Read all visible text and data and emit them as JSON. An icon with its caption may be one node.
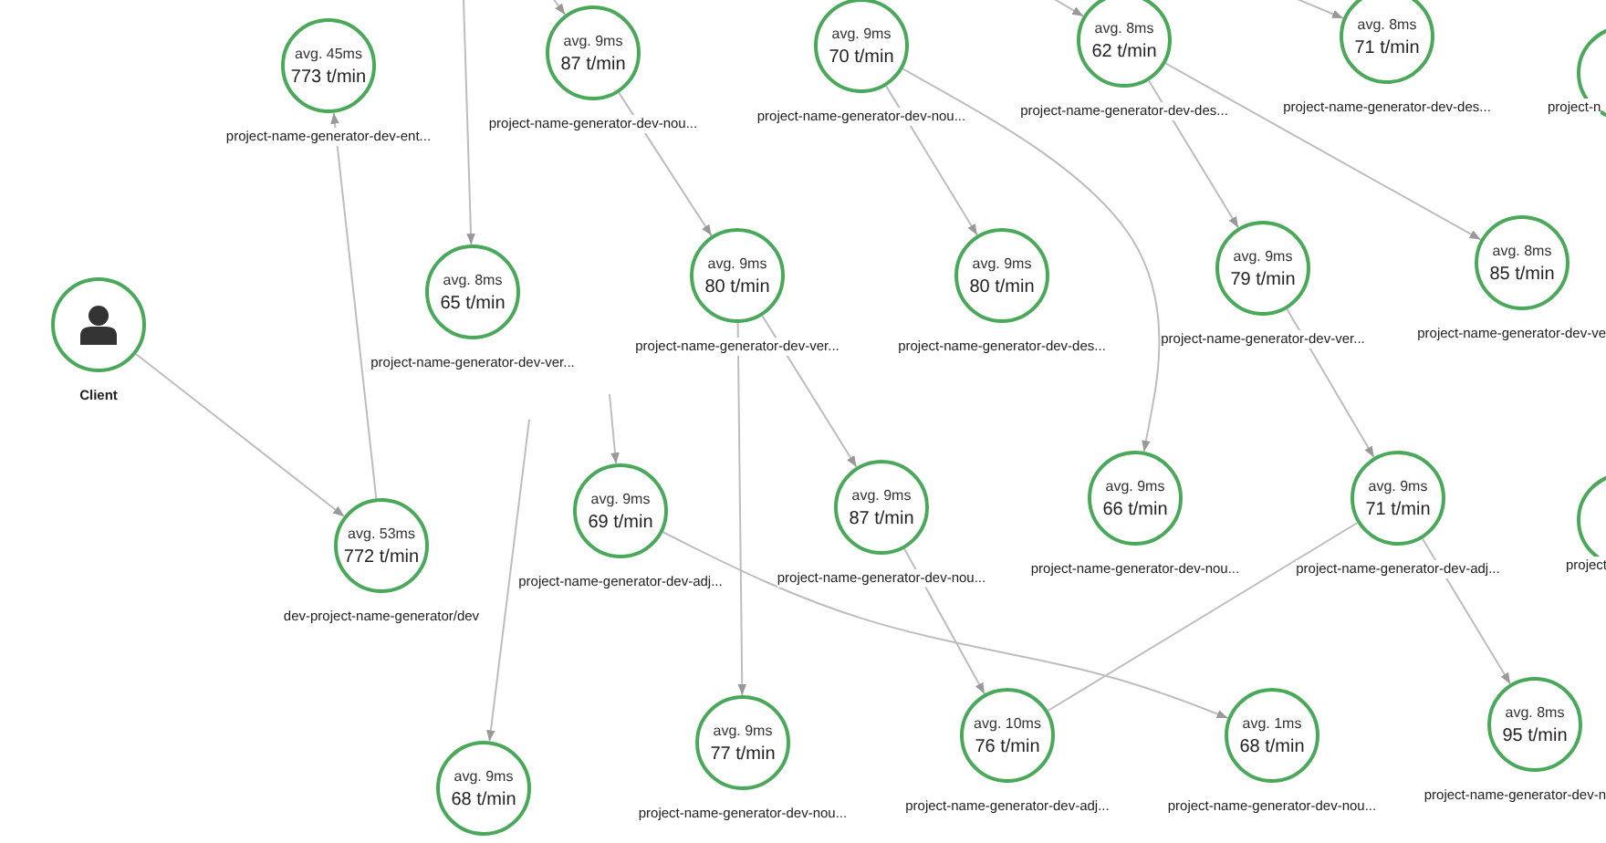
{
  "diagram": {
    "nodes": [
      {
        "text": [
          "Client"
        ]
      },
      {
        "text": [
          "avg. 45ms",
          "773 t/min",
          "project-name-generator-dev-ent..."
        ]
      },
      {
        "text": [
          "avg. 9ms",
          "87 t/min",
          "project-name-generator-dev-nou..."
        ]
      },
      {
        "text": [
          "avg. 9ms",
          "70 t/min",
          "project-name-generator-dev-nou..."
        ]
      },
      {
        "text": [
          "avg. 8ms",
          "62 t/min",
          "project-name-generator-dev-des..."
        ]
      },
      {
        "text": [
          "avg. 8ms",
          "71 t/min",
          "project-name-generator-dev-des..."
        ]
      },
      {
        "text": [
          "project-n"
        ]
      },
      {
        "text": [
          "avg. 8ms",
          "65 t/min",
          "project-name-generator-dev-ver..."
        ]
      },
      {
        "text": [
          "avg. 9ms",
          "80 t/min",
          "project-name-generator-dev-ver..."
        ]
      },
      {
        "text": [
          "avg. 9ms",
          "80 t/min",
          "project-name-generator-dev-des..."
        ]
      },
      {
        "text": [
          "avg. 9ms",
          "79 t/min",
          "project-name-generator-dev-ver..."
        ]
      },
      {
        "text": [
          "avg. 8ms",
          "85 t/min",
          "project-name-generator-dev-ve"
        ]
      },
      {
        "text": [
          "avg. 53ms",
          "772 t/min",
          "dev-project-name-generator/dev"
        ]
      },
      {
        "text": [
          "avg. 9ms",
          "69 t/min",
          "project-name-generator-dev-adj..."
        ]
      },
      {
        "text": [
          "avg. 9ms",
          "87 t/min",
          "project-name-generator-dev-nou..."
        ]
      },
      {
        "text": [
          "avg. 9ms",
          "66 t/min",
          "project-name-generator-dev-nou..."
        ]
      },
      {
        "text": [
          "avg. 9ms",
          "71 t/min",
          "project-name-generator-dev-adj..."
        ]
      },
      {
        "text": [
          "project"
        ]
      },
      {
        "text": [
          "avg. 9ms",
          "68 t/min"
        ]
      },
      {
        "text": [
          "avg. 9ms",
          "77 t/min",
          "project-name-generator-dev-nou..."
        ]
      },
      {
        "text": [
          "avg. 10ms",
          "76 t/min",
          "project-name-generator-dev-adj..."
        ]
      },
      {
        "text": [
          "avg. 1ms",
          "68 t/min",
          "project-name-generator-dev-nou..."
        ]
      },
      {
        "text": [
          "avg. 8ms",
          "95 t/min",
          "project-name-generator-dev-n"
        ]
      }
    ],
    "edges": [
      {
        "from": 0,
        "to": 12,
        "arrow": "to"
      },
      {
        "from": 12,
        "to": 1,
        "arrow": "to"
      },
      {
        "from": null,
        "to": 7,
        "arrow": "to"
      },
      {
        "from": null,
        "to": 2,
        "arrow": "to"
      },
      {
        "from": 2,
        "to": 8,
        "arrow": "to"
      },
      {
        "from": 3,
        "to": 9,
        "arrow": "to"
      },
      {
        "from": 4,
        "to": 10,
        "arrow": "to"
      },
      {
        "from": 4,
        "to": 11,
        "arrow": "to"
      },
      {
        "from": null,
        "to": 4,
        "arrow": "to"
      },
      {
        "from": null,
        "to": 5,
        "arrow": "to"
      },
      {
        "from": null,
        "to": 18,
        "arrow": "to"
      },
      {
        "from": null,
        "to": 13,
        "arrow": "to"
      },
      {
        "from": 8,
        "to": 19,
        "arrow": "to"
      },
      {
        "from": 8,
        "to": 14,
        "arrow": "to"
      },
      {
        "from": 3,
        "to": 15,
        "arrow": "to"
      },
      {
        "from": 10,
        "to": 16,
        "arrow": "to"
      },
      {
        "from": 16,
        "to": 22,
        "arrow": "to"
      },
      {
        "from": 14,
        "to": 20,
        "arrow": "to"
      },
      {
        "from": 13,
        "to": 21,
        "arrow": "to"
      },
      {
        "from": 20,
        "to": 16,
        "arrow": "none"
      }
    ]
  }
}
